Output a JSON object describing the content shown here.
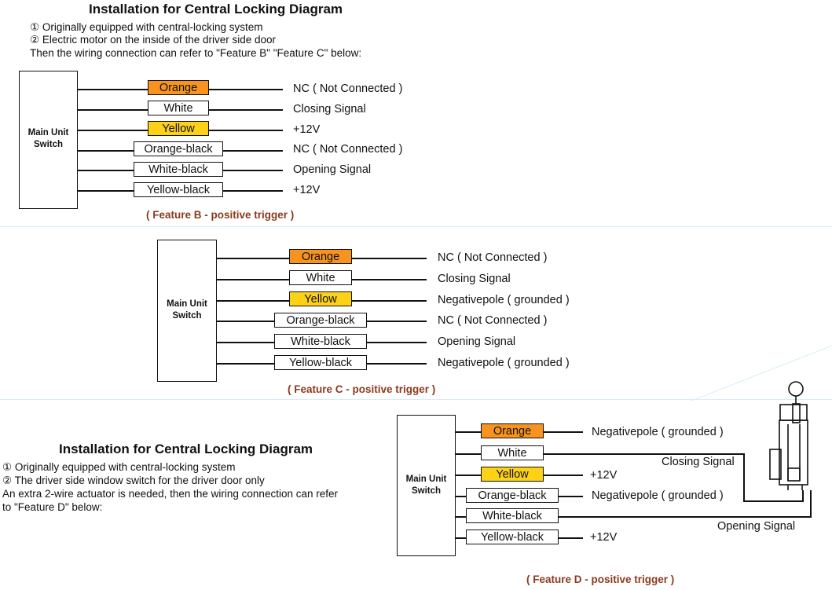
{
  "feature_b": {
    "title": "Installation for Central Locking Diagram",
    "notes": [
      "① Originally equipped with central-locking system",
      "② Electric motor on the inside of the driver side door",
      "Then the wiring connection can refer to \"Feature B\" \"Feature C\" below:"
    ],
    "box_label_1": "Main Unit",
    "box_label_2": "Switch",
    "wires": [
      {
        "label": "Orange",
        "signal": "NC ( Not Connected )",
        "color": "#f7931e"
      },
      {
        "label": "White",
        "signal": "Closing Signal",
        "color": "#ffffff"
      },
      {
        "label": "Yellow",
        "signal": "+12V",
        "color": "#fcd116"
      },
      {
        "label": "Orange-black",
        "signal": "NC ( Not Connected )",
        "color": "#ffffff"
      },
      {
        "label": "White-black",
        "signal": "Opening Signal",
        "color": "#ffffff"
      },
      {
        "label": "Yellow-black",
        "signal": "+12V",
        "color": "#ffffff"
      }
    ],
    "caption": "( Feature B - positive trigger )"
  },
  "feature_c": {
    "box_label_1": "Main Unit",
    "box_label_2": "Switch",
    "wires": [
      {
        "label": "Orange",
        "signal": "NC ( Not Connected )",
        "color": "#f7931e"
      },
      {
        "label": "White",
        "signal": "Closing Signal",
        "color": "#ffffff"
      },
      {
        "label": "Yellow",
        "signal": "Negativepole ( grounded )",
        "color": "#fcd116"
      },
      {
        "label": "Orange-black",
        "signal": "NC ( Not Connected )",
        "color": "#ffffff"
      },
      {
        "label": "White-black",
        "signal": "Opening Signal",
        "color": "#ffffff"
      },
      {
        "label": "Yellow-black",
        "signal": "Negativepole ( grounded )",
        "color": "#ffffff"
      }
    ],
    "caption": "( Feature C - positive trigger )"
  },
  "feature_d": {
    "title": "Installation for Central Locking Diagram",
    "notes": [
      "① Originally equipped with central-locking system",
      "② The driver side window switch for the driver door only",
      "An extra 2-wire actuator is needed, then the wiring connection can refer",
      "to \"Feature D\" below:"
    ],
    "box_label_1": "Main Unit",
    "box_label_2": "Switch",
    "wires": [
      {
        "label": "Orange",
        "signal": "Negativepole ( grounded )",
        "color": "#f7931e"
      },
      {
        "label": "White",
        "signal": "",
        "color": "#ffffff"
      },
      {
        "label": "Yellow",
        "signal": "+12V",
        "color": "#fcd116"
      },
      {
        "label": "Orange-black",
        "signal": "Negativepole ( grounded )",
        "color": "#ffffff"
      },
      {
        "label": "White-black",
        "signal": "",
        "color": "#ffffff"
      },
      {
        "label": "Yellow-black",
        "signal": "+12V",
        "color": "#ffffff"
      }
    ],
    "closing_signal": "Closing Signal",
    "opening_signal": "Opening Signal",
    "actuator_icon": "door-lock-actuator-icon",
    "caption": "( Feature D - positive trigger )"
  }
}
